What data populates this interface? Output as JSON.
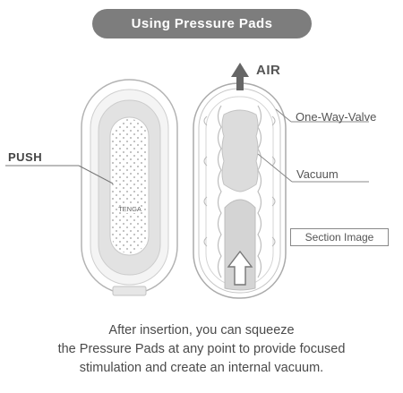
{
  "title": "Using Pressure Pads",
  "labels": {
    "push": "PUSH",
    "air": "AIR",
    "one_way_valve": "One-Way-Valve",
    "vacuum": "Vacuum",
    "section_image": "Section Image",
    "brand_logo": "TENGA"
  },
  "caption": [
    "After insertion, you can squeeze",
    "the Pressure Pads at any point to provide focused",
    "stimulation and create an internal vacuum."
  ],
  "colors": {
    "title_pill": "#7d7d7d",
    "device_outline": "#aaaaaa",
    "pad_fill": "#dedede",
    "air_arrow": "#666666"
  }
}
